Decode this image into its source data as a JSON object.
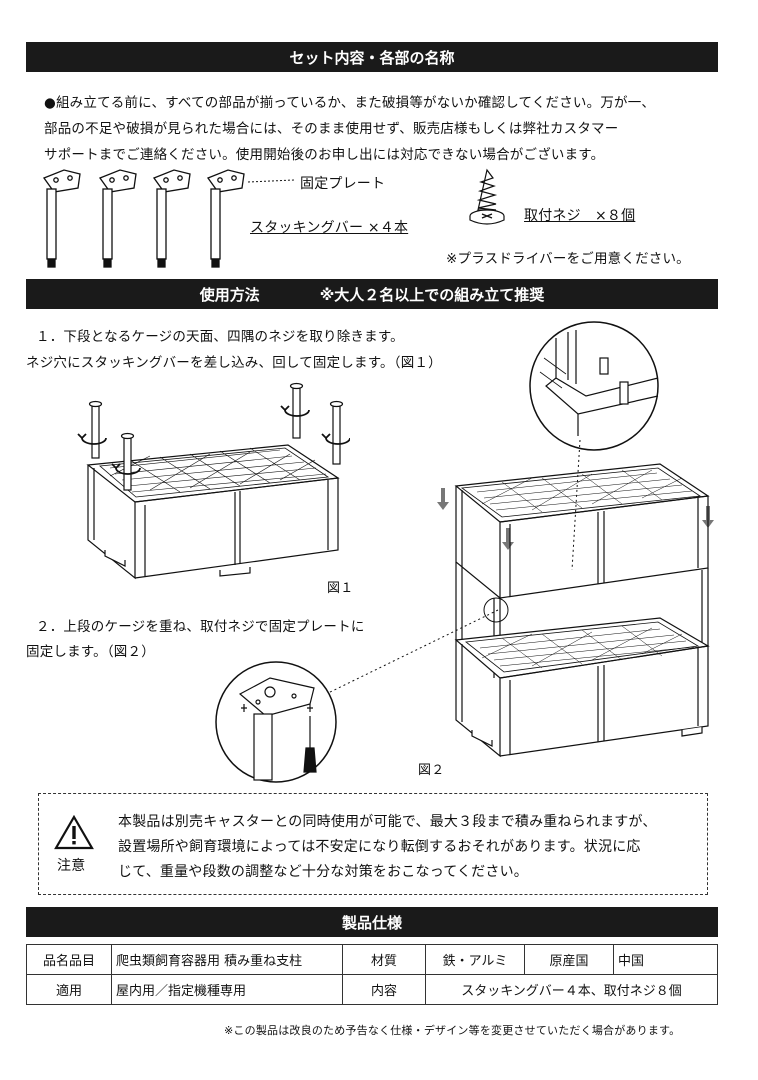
{
  "section1": {
    "title": "セット内容・各部の名称"
  },
  "intro": {
    "line1": "●組み立てる前に、すべての部品が揃っているか、また破損等がないか確認してください。万が一、",
    "line2": "部品の不足や破損が見られた場合には、そのまま使用せず、販売店様もしくは弊社カスタマー",
    "line3": "サポートまでご連絡ください。使用開始後のお申し出には対応できない場合がございます。"
  },
  "parts": {
    "plate_label": "固定プレート",
    "bar_label": "スタッキングバー ×４本",
    "screw_label": "取付ネジ　×８個",
    "driver_note": "※プラスドライバーをご用意ください。"
  },
  "section2": {
    "title": "使用方法",
    "note": "※大人２名以上での組み立て推奨"
  },
  "step1": {
    "line1": "１．下段となるケージの天面、四隅のネジを取り除きます。",
    "line2": "ネジ穴にスタッキングバーを差し込み、回して固定します。（図１）",
    "figure": "図１"
  },
  "step2": {
    "line1": "２．上段のケージを重ね、取付ネジで固定プレートに",
    "line2": "固定します。（図２）",
    "figure": "図２"
  },
  "caution": {
    "label": "注意",
    "line1": "本製品は別売キャスターとの同時使用が可能で、最大３段まで積み重ねられますが、",
    "line2": "設置場所や飼育環境によっては不安定になり転倒するおそれがあります。状況に応",
    "line3": "じて、重量や段数の調整など十分な対策をおこなってください。"
  },
  "section3": {
    "title": "製品仕様"
  },
  "spec": {
    "row1": [
      "品名品目",
      "爬虫類飼育容器用 積み重ね支柱",
      "材質",
      "鉄・アルミ",
      "原産国",
      "中国"
    ],
    "row2": [
      "適用",
      "屋内用／指定機種専用",
      "内容",
      "スタッキングバー４本、取付ネジ８個"
    ]
  },
  "footnote": "※この製品は改良のため予告なく仕様・デザイン等を変更させていただく場合があります。"
}
